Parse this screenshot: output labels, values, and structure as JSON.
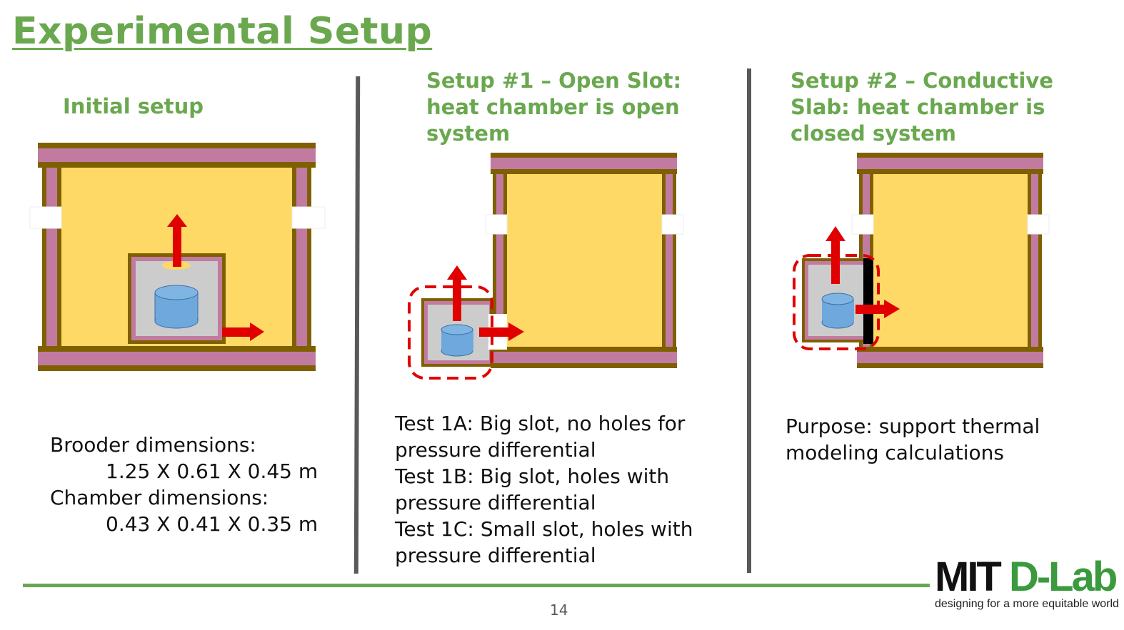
{
  "slide": {
    "title": "Experimental Setup",
    "page_number": "14"
  },
  "columns": [
    {
      "heading": [
        "Initial setup"
      ],
      "text": [
        {
          "line": "Brooder dimensions:",
          "indent": false
        },
        {
          "line": "1.25 X 0.61 X 0.45 m",
          "indent": true
        },
        {
          "line": "Chamber dimensions:",
          "indent": false
        },
        {
          "line": "0.43 X 0.41 X 0.35 m",
          "indent": true
        }
      ]
    },
    {
      "heading": [
        "Setup #1 – Open Slot:",
        "heat chamber is open",
        "system"
      ],
      "text": [
        {
          "line": "Test 1A: Big slot, no holes for",
          "indent": false
        },
        {
          "line": "pressure differential",
          "indent": false
        },
        {
          "line": "Test 1B: Big slot, holes with",
          "indent": false
        },
        {
          "line": "pressure differential",
          "indent": false
        },
        {
          "line": "Test 1C: Small slot, holes with",
          "indent": false
        },
        {
          "line": "pressure differential",
          "indent": false
        }
      ]
    },
    {
      "heading": [
        "Setup #2 – Conductive",
        "Slab: heat chamber is",
        "closed system"
      ],
      "text": [
        {
          "line": "Purpose: support thermal",
          "indent": false
        },
        {
          "line": "modeling calculations",
          "indent": false
        }
      ]
    }
  ],
  "logo": {
    "mit": "MIT",
    "dlab": "D-Lab",
    "tagline": "designing for a more equitable world"
  },
  "colors": {
    "accent_green": "#6aa84f",
    "brooder_fill": "#ffd966",
    "insulation_pink": "#c27ba0",
    "wood_brown": "#7f6000",
    "chamber_gray": "#cccccc",
    "water_blue": "#6fa8dc",
    "arrow_red": "#e00000"
  }
}
